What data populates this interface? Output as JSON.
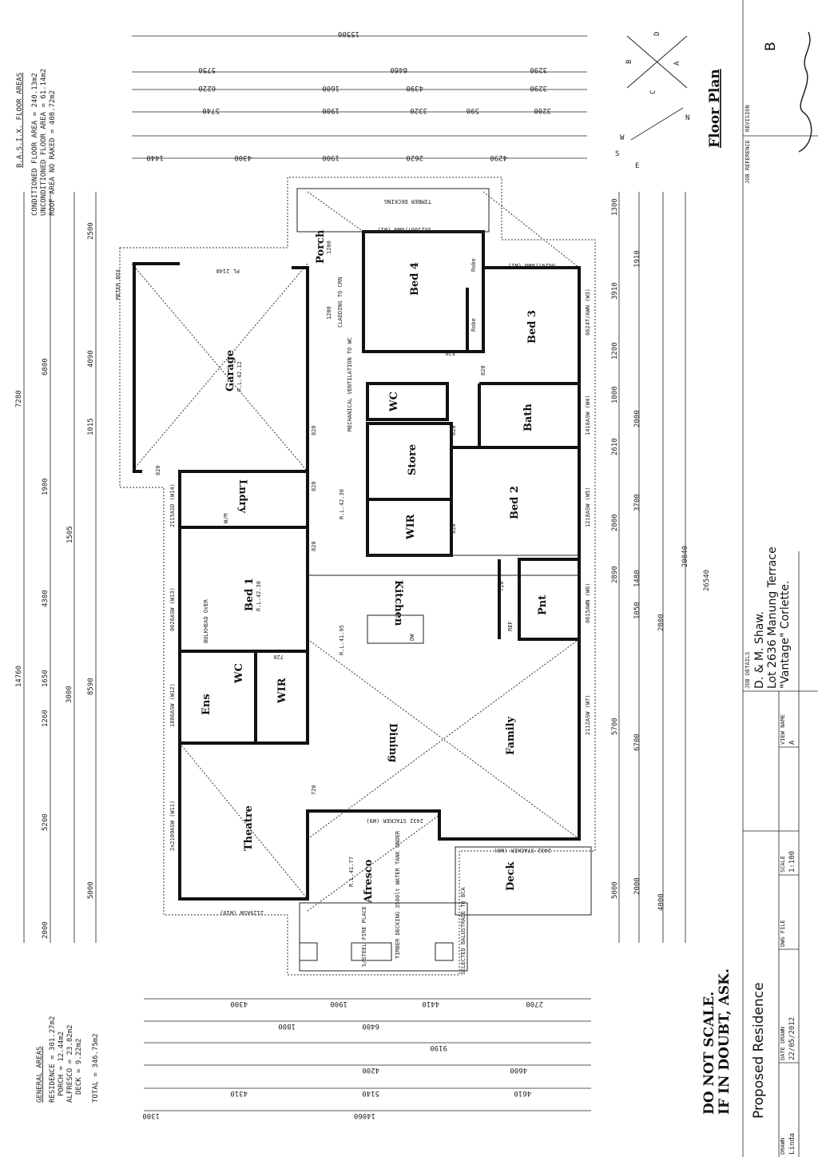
{
  "basix": {
    "heading": "B.A.S.I.X. FLOOR AREAS",
    "lines": [
      "CONDITIONED FLOOR AREA = 240.13m2",
      "UNCONDITIONED FLOOR AREA = 61.14m2",
      "ROOF AREA NO RAKED = 408.72m2"
    ]
  },
  "general_areas": {
    "heading": "GENERAL AREAS",
    "lines": [
      "RESIDENCE = 301.27m2",
      "PORCH = 12.44m2",
      "ALFRESCO = 23.82m2",
      "DECK = 9.22m2",
      "TOTAL = 346.75m2"
    ]
  },
  "rooms": {
    "garage": "Garage",
    "garage_rl": "R.L.42.12",
    "lndry": "Lndry",
    "bed1": "Bed 1",
    "bed1_rl": "R.L.42.30",
    "ens": "Ens",
    "wc1": "WC",
    "wir1": "WIR",
    "theatre": "Theatre",
    "porch": "Porch",
    "bed4": "Bed 4",
    "robe1": "Robe",
    "robe2": "Robe",
    "bed3": "Bed 3",
    "wc2": "WC",
    "bath": "Bath",
    "store": "Store",
    "wir2": "WIR",
    "bed2": "Bed 2",
    "kitchen": "Kitchen",
    "pnt": "Pnt",
    "ref": "REF",
    "dw": "DW",
    "dining": "Dining",
    "family": "Family",
    "afresco": "Afresco",
    "deck": "Deck"
  },
  "notes": {
    "pl": "PL 2148",
    "meter_box": "METER BOX",
    "cladding": "CLADDING TO CRN",
    "mech_vent": "MECHANICAL VENTILATION TO WC",
    "timber_decking": "TIMBER DECKING",
    "hall_rl": "R.L.42.30",
    "dining_rl": "R.L.41.95",
    "afresco_rl": "R.L.41.77",
    "afresco_note": "TIMBER DECKING 3500lt WATER TANK UNDER",
    "fireplace": "S/STEEL FIRE PLACE",
    "balustrade": "SELECTED BALUSTRADE TO BCA",
    "bulkhead": "BULKHEAD OVER",
    "wm": "W/M",
    "windows": [
      "3x2106T/AWN (W1)",
      "0624T/AWN (W2)",
      "0624T/AWN (W3)",
      "1418ASW (W4)",
      "1218ASW (W5)",
      "0615AWN (W6)",
      "2112ASW (W7)",
      "2432 STACKER (W8)",
      "2432 STACKER (W9)",
      "2129ASW (W10)",
      "2x2109ASW (W11)",
      "1806ASW (W12)",
      "0626ASW (W13)",
      "2115ASD (W14)"
    ],
    "doors": [
      "820",
      "820",
      "820",
      "820",
      "820",
      "820",
      "820",
      "820",
      "720",
      "720",
      "720",
      "1200",
      "1200"
    ]
  },
  "dimensions": {
    "top": [
      "15500",
      "5750",
      "6460",
      "3290",
      "6220",
      "1600",
      "4390",
      "3290",
      "5740",
      "1900",
      "3320",
      "590",
      "3200",
      "4300",
      "1900",
      "2620",
      "4290",
      "1440"
    ],
    "left": [
      "7280",
      "14760",
      "2500",
      "4090",
      "1015",
      "1505",
      "4300",
      "1650",
      "1260",
      "5200",
      "5000",
      "2000",
      "6800",
      "1900",
      "3000",
      "8590"
    ],
    "right": [
      "26540",
      "20040",
      "1300",
      "3910",
      "1910",
      "1200",
      "1000",
      "2000",
      "2610",
      "3700",
      "2000",
      "2890",
      "1480",
      "1050",
      "5700",
      "6700",
      "5000",
      "2000",
      "4000",
      "2800"
    ],
    "bottom": [
      "14060",
      "1300",
      "4310",
      "5140",
      "4610",
      "4300",
      "1900",
      "4410",
      "2700",
      "6400",
      "1800",
      "9190",
      "4200",
      "4600"
    ]
  },
  "compass": {
    "letters": [
      "B",
      "D",
      "C",
      "A"
    ],
    "n": "N",
    "s": "S",
    "w": "W",
    "e": "E"
  },
  "warning": [
    "DO NOT SCALE.",
    "IF IN DOUBT, ASK."
  ],
  "title_block": {
    "sheet_title": "Floor Plan",
    "revision_label": "REVISION",
    "revision": "B",
    "job_reference_label": "JOB REFERENCE",
    "job_details_label": "JOB DETAILS",
    "job_details": [
      "D. & M. Shaw.",
      "Lot 2636 Manung Terrace",
      "\"Vantage\" Corlette."
    ],
    "project": "Proposed Residence",
    "drawn_label": "DRAWN",
    "drawn": "Linda",
    "date_label": "DATE DRAWN",
    "date": "22/05/2012",
    "dwg_label": "DWG FILE",
    "dwg": "",
    "scale_label": "SCALE",
    "scale": "1:100",
    "view_label": "VIEW NAME",
    "view": "A"
  }
}
